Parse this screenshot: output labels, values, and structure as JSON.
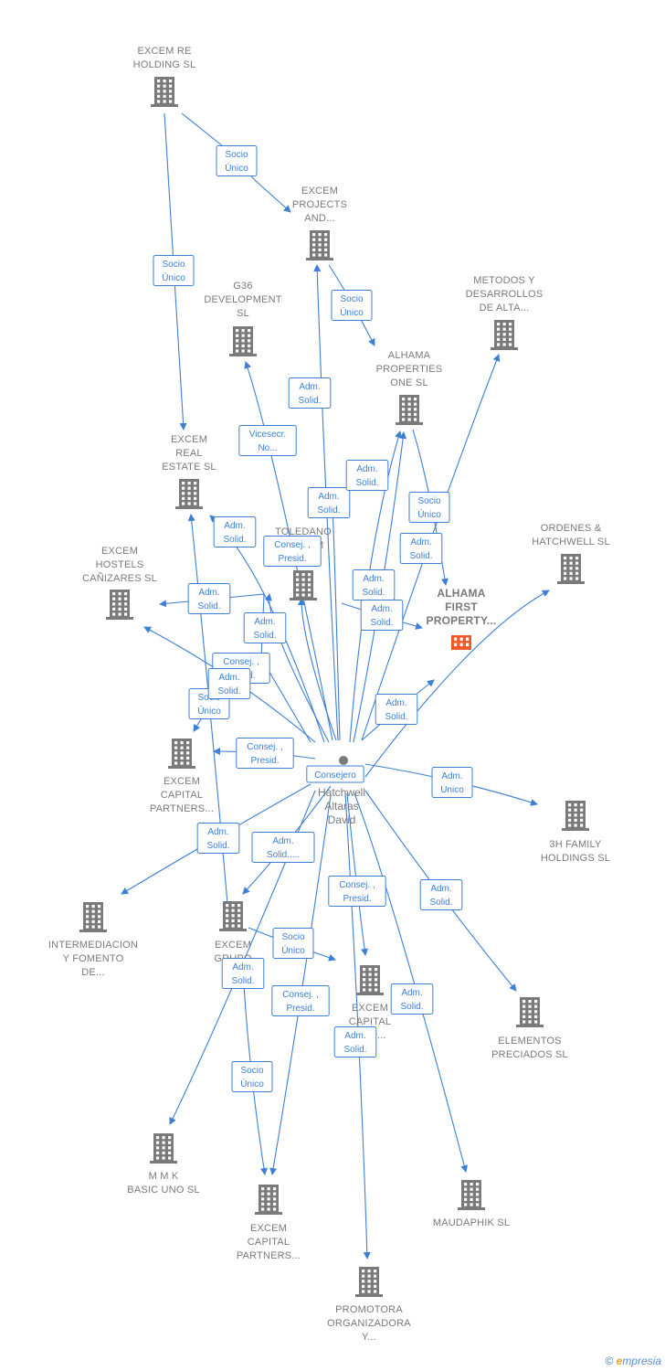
{
  "colors": {
    "edge": "#3d7fd4",
    "node": "#7a7a7a",
    "focus": "#f05a28"
  },
  "footer": {
    "copyright": "©",
    "brand_initial": "e",
    "brand_rest": "mpresia"
  },
  "person": {
    "name_lines": [
      "Hatchwell",
      "Altaras",
      "David"
    ],
    "icon": "person-icon"
  },
  "companies": [
    {
      "id": "excem_re_holding",
      "lines": [
        "EXCEM RE",
        "HOLDING  SL"
      ]
    },
    {
      "id": "excem_projects",
      "lines": [
        "EXCEM",
        "PROJECTS",
        "AND..."
      ]
    },
    {
      "id": "g36",
      "lines": [
        "G36",
        "DEVELOPMENT",
        "SL"
      ]
    },
    {
      "id": "metodos",
      "lines": [
        "METODOS Y",
        "DESARROLLOS",
        "DE ALTA..."
      ]
    },
    {
      "id": "alhama_one",
      "lines": [
        "ALHAMA",
        "PROPERTIES",
        "ONE  SL"
      ]
    },
    {
      "id": "excem_real_estate",
      "lines": [
        "EXCEM",
        "REAL",
        "ESTATE  SL"
      ]
    },
    {
      "id": "toledano",
      "lines": [
        "TOLEDANO",
        "E...          SAM"
      ]
    },
    {
      "id": "ordenes",
      "lines": [
        "ORDENES &",
        "HATCHWELL SL"
      ]
    },
    {
      "id": "excem_hostels",
      "lines": [
        "EXCEM",
        "HOSTELS",
        "CAÑIZARES  SL"
      ]
    },
    {
      "id": "alhama_first",
      "lines": [
        "ALHAMA",
        "FIRST",
        "PROPERTY..."
      ],
      "focus": true
    },
    {
      "id": "excem_cp_left",
      "lines": [
        "EXCEM",
        "CAPITAL",
        "PARTNERS..."
      ]
    },
    {
      "id": "3h_family",
      "lines": [
        "3H FAMILY",
        "HOLDINGS  SL"
      ]
    },
    {
      "id": "intermediacion",
      "lines": [
        "INTERMEDIACION",
        "Y FOMENTO",
        "DE..."
      ]
    },
    {
      "id": "excem_grupo",
      "lines": [
        "EXCEM",
        "GRUPO",
        "19..."
      ]
    },
    {
      "id": "excem_cp_mid",
      "lines": [
        "EXCEM",
        "CAPITAL",
        "...RS..."
      ]
    },
    {
      "id": "elementos",
      "lines": [
        "ELEMENTOS",
        "PRECIADOS SL"
      ]
    },
    {
      "id": "mmk",
      "lines": [
        "M M K",
        "BASIC UNO SL"
      ]
    },
    {
      "id": "maudaphik",
      "lines": [
        "MAUDAPHIK SL"
      ]
    },
    {
      "id": "excem_cp_bottom",
      "lines": [
        "EXCEM",
        "CAPITAL",
        "PARTNERS..."
      ]
    },
    {
      "id": "promotora",
      "lines": [
        "PROMOTORA",
        "ORGANIZADORA",
        "Y..."
      ]
    }
  ],
  "relations": [
    {
      "id": "r1",
      "lines": [
        "Socio",
        "Único"
      ]
    },
    {
      "id": "r2",
      "lines": [
        "Socio",
        "Único"
      ]
    },
    {
      "id": "r3",
      "lines": [
        "Socio",
        "Único"
      ]
    },
    {
      "id": "r4",
      "lines": [
        "Adm.",
        "Solid."
      ]
    },
    {
      "id": "r5",
      "lines": [
        "Vicesecr.",
        "No..."
      ]
    },
    {
      "id": "r6",
      "lines": [
        "Adm.",
        "Solid."
      ]
    },
    {
      "id": "r7",
      "lines": [
        "Adm.",
        "Solid."
      ]
    },
    {
      "id": "r8",
      "lines": [
        "Socio",
        "Único"
      ]
    },
    {
      "id": "r9",
      "lines": [
        "Adm.",
        "Solid."
      ]
    },
    {
      "id": "r10",
      "lines": [
        "Consej. ,",
        "Presid."
      ]
    },
    {
      "id": "r11",
      "lines": [
        "Adm.",
        "Solid."
      ]
    },
    {
      "id": "r12",
      "lines": [
        "Adm.",
        "Solid."
      ]
    },
    {
      "id": "r13",
      "lines": [
        "Adm.",
        "Solid."
      ]
    },
    {
      "id": "r14",
      "lines": [
        "Adm.",
        "Solid."
      ]
    },
    {
      "id": "r15",
      "lines": [
        "Adm.",
        "Solid."
      ]
    },
    {
      "id": "r16",
      "lines": [
        "Consej. ,",
        "Presid."
      ]
    },
    {
      "id": "r17",
      "lines": [
        "Adm.",
        "Solid."
      ]
    },
    {
      "id": "r18",
      "lines": [
        "Socio",
        "Único"
      ]
    },
    {
      "id": "r19",
      "lines": [
        "Adm.",
        "Solid."
      ]
    },
    {
      "id": "r20",
      "lines": [
        "Consej. ,",
        "Presid."
      ]
    },
    {
      "id": "r21",
      "lines": [
        "Consejero"
      ]
    },
    {
      "id": "r22",
      "lines": [
        "Adm.",
        "Unico"
      ]
    },
    {
      "id": "r23",
      "lines": [
        "Adm.",
        "Solid."
      ]
    },
    {
      "id": "r24",
      "lines": [
        "Adm.",
        "Solid....."
      ]
    },
    {
      "id": "r25",
      "lines": [
        "Consej. ,",
        "Presid."
      ]
    },
    {
      "id": "r26",
      "lines": [
        "Adm.",
        "Solid."
      ]
    },
    {
      "id": "r27",
      "lines": [
        "Socio",
        "Único"
      ]
    },
    {
      "id": "r28",
      "lines": [
        "Adm.",
        "Solid."
      ]
    },
    {
      "id": "r29",
      "lines": [
        "Consej. ,",
        "Presid."
      ]
    },
    {
      "id": "r30",
      "lines": [
        "Adm.",
        "Solid."
      ]
    },
    {
      "id": "r31",
      "lines": [
        "Adm.",
        "Solid."
      ]
    },
    {
      "id": "r32",
      "lines": [
        "Socio",
        "Único"
      ]
    }
  ]
}
